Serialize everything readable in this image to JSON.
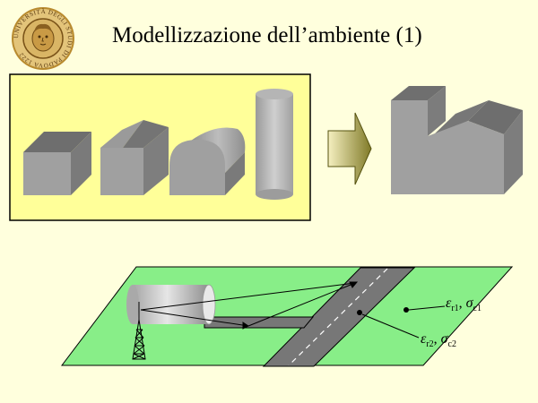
{
  "slide": {
    "title": "Modellizzazione dell’ambiente  (1)",
    "seal": {
      "inscription": "UNIVERSITÀ DEGLI STUDI DI PADOVA 1222",
      "colors": {
        "ring": "#B88A2E",
        "face": "#E3C47A",
        "ink": "#5A3A10"
      }
    }
  },
  "top_panel": {
    "background": "#FFFF99",
    "primitives": [
      "box",
      "gable-roof-box",
      "rounded-roof-box",
      "cylinder"
    ],
    "arrow": "right-arrow",
    "result": "composite-building"
  },
  "scene": {
    "ground_color": "#88EE88",
    "road_color": "#777777",
    "labels": {
      "eps1": {
        "eps": "ε",
        "eps_sub": "r1",
        "sep": ", ",
        "sigma": "σ",
        "sigma_sub": "c1"
      },
      "eps2": {
        "eps": "ε",
        "eps_sub": "r2",
        "sep": ", ",
        "sigma": "σ",
        "sigma_sub": "c2"
      }
    },
    "elements": [
      "ground-plane",
      "road",
      "building-cylinder",
      "antenna-tower",
      "ray-paths"
    ]
  }
}
